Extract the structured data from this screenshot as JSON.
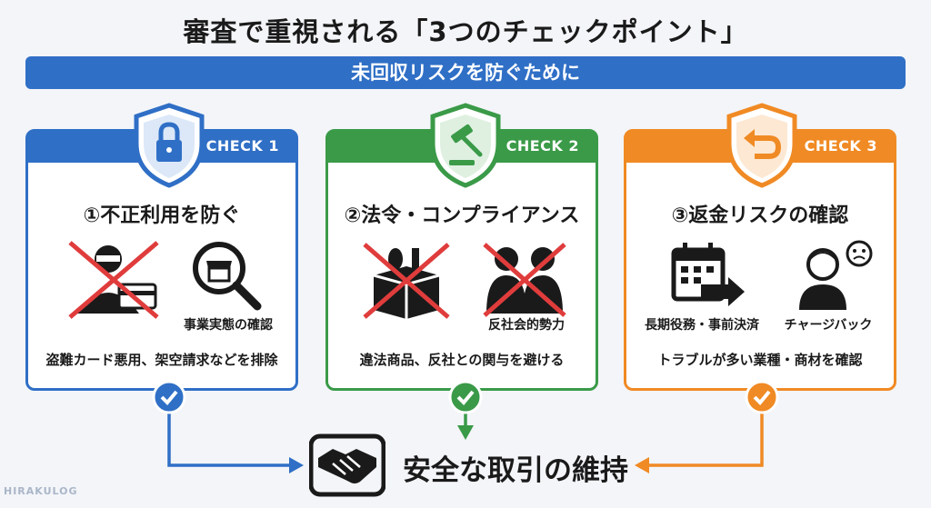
{
  "title": "審査で重視される「3つのチェックポイント」",
  "banner": "未回収リスクを防ぐために",
  "colors": {
    "blue": "#2f6fc6",
    "green": "#3a9a48",
    "orange": "#f08a24",
    "red": "#e03c3c"
  },
  "cards": [
    {
      "check_label": "CHECK 1",
      "heading": "①不正利用を防ぐ",
      "items": [
        {
          "icon": "thief-card-crossed-icon",
          "label": ""
        },
        {
          "icon": "store-magnifier-icon",
          "label": "事業実態の確認"
        }
      ],
      "description": "盗難カード悪用、架空請求などを排除",
      "shield_icon": "lock-icon"
    },
    {
      "check_label": "CHECK 2",
      "heading": "②法令・コンプライアンス",
      "items": [
        {
          "icon": "illegal-goods-box-crossed-icon",
          "label": ""
        },
        {
          "icon": "antisocial-handshake-crossed-icon",
          "label": "反社会的勢力"
        }
      ],
      "description": "違法商品、反社との関与を避ける",
      "shield_icon": "gavel-icon"
    },
    {
      "check_label": "CHECK 3",
      "heading": "③返金リスクの確認",
      "items": [
        {
          "icon": "calendar-arrow-icon",
          "label": "長期役務・事前決済"
        },
        {
          "icon": "worried-customer-icon",
          "label": "チャージバック"
        }
      ],
      "description": "トラブルが多い業種・商材を確認",
      "shield_icon": "return-arrow-icon"
    }
  ],
  "result": {
    "icon": "handshake-icon",
    "label": "安全な取引の維持"
  },
  "watermark": "HIRAKULOG"
}
